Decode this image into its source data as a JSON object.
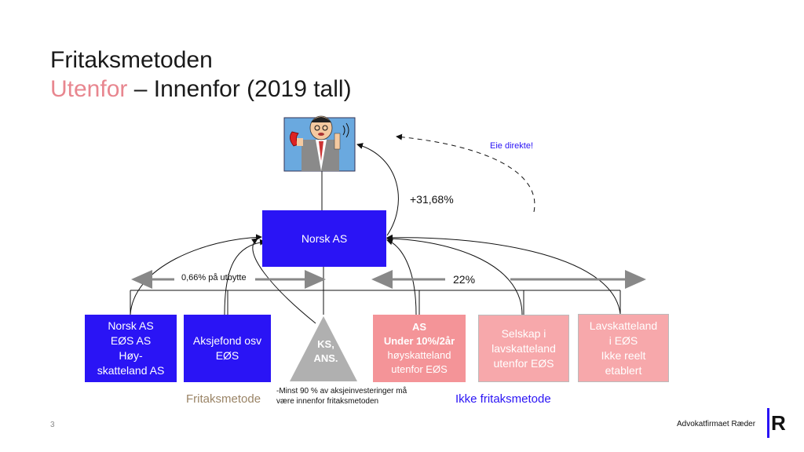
{
  "header": {
    "title_line1": "Fritaksmetoden",
    "title_line2_highlight": "Utenfor",
    "title_line2_rest": " – Innenfor (2019 tall)"
  },
  "central_box": {
    "label": "Norsk AS"
  },
  "labels": {
    "eie_direkte": "Eie direkte!",
    "percent_owner": "+31,68%",
    "percent_utbytte": "0,66% på utbytte",
    "percent_22": "22%",
    "minst_line1": "-Minst 90 % av aksjeinvesteringer må",
    "minst_line2": "være innenfor fritaksmetoden",
    "fritaksmetode": "Fritaksmetode",
    "ikke_fritaksmetode": "Ikke fritaksmetode"
  },
  "boxes": {
    "b1": {
      "line1": "Norsk AS",
      "line2": "EØS AS",
      "line3": "Høy-",
      "line4": "skatteland AS"
    },
    "b2": {
      "line1": "Aksjefond osv",
      "line2": "EØS"
    },
    "ks": {
      "line1": "KS,",
      "line2": "ANS."
    },
    "p1": {
      "line1": "AS",
      "line2": "Under 10%/2år",
      "line3": "høyskatteland",
      "line4": "utenfor EØS"
    },
    "p2": {
      "line1": "Selskap i",
      "line2": "lavskatteland",
      "line3": "utenfor EØS"
    },
    "p3": {
      "line1": "Lavskatteland",
      "line2": "i EØS",
      "line3": "Ikke reelt",
      "line4": "etablert"
    }
  },
  "footer": {
    "page_number": "3",
    "company": "Advokatfirmaet Ræder",
    "logo_letter": "R"
  },
  "colors": {
    "blue": "#2a14f5",
    "pink": "#f49498",
    "highlight": "#e8868f",
    "tan": "#9a8466"
  },
  "icons": {
    "person": "businessman-phone-icon"
  }
}
